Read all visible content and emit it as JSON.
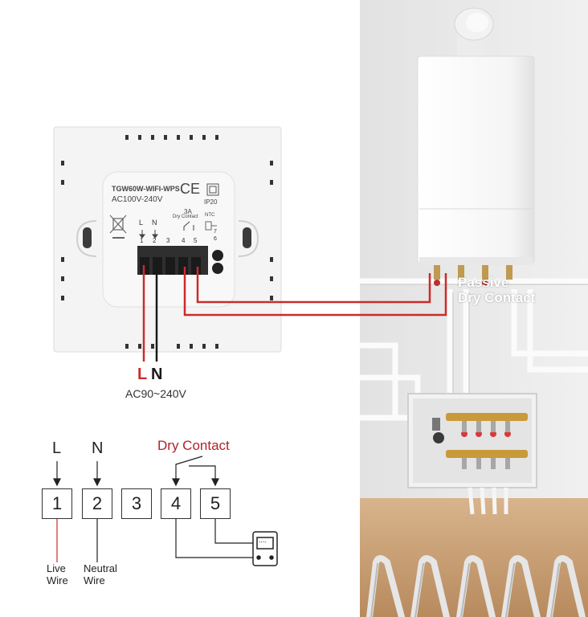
{
  "colors": {
    "red_wire": "#cc2b2b",
    "black_wire": "#1a1a1a",
    "red_label": "#b0232a",
    "panel": "#f4f4f4",
    "wall": "#e9e9e9",
    "floor": "#c9a27a",
    "boiler": "#f7f7f7",
    "pipe": "#eeeeee",
    "heating_coil": "#d8d8d8"
  },
  "device": {
    "model": "TGW60W-WIFI-WPS",
    "voltage_rating": "AC100V-240V",
    "ce_mark": "CE",
    "ip_rating": "IP20",
    "current_rating": "3A",
    "dry_contact_label": "Dry Contact",
    "ntc_label": "NTC",
    "terminal_letters": [
      "L",
      "N"
    ],
    "terminal_numbers": [
      "1",
      "2",
      "3",
      "4",
      "5"
    ],
    "ntc_terminals": [
      "7",
      "6"
    ]
  },
  "supply": {
    "live_letter": "L",
    "neutral_letter": "N",
    "voltage": "AC90~240V"
  },
  "boiler": {
    "label_line1": "Passive",
    "label_line2": "Dry Contact"
  },
  "schematic": {
    "dry_contact_title": "Dry Contact",
    "top_letters": [
      "L",
      "N"
    ],
    "terminals": [
      "1",
      "2",
      "3",
      "4",
      "5"
    ],
    "boiler_display": "....",
    "live_wire": [
      "Live",
      "Wire"
    ],
    "neutral_wire": [
      "Neutral",
      "Wire"
    ]
  },
  "icons": [
    "crossed-bin-icon",
    "ce-mark-icon",
    "double-insulation-icon",
    "relay-switch-icon",
    "arrow-down-icon",
    "boiler-icon"
  ]
}
